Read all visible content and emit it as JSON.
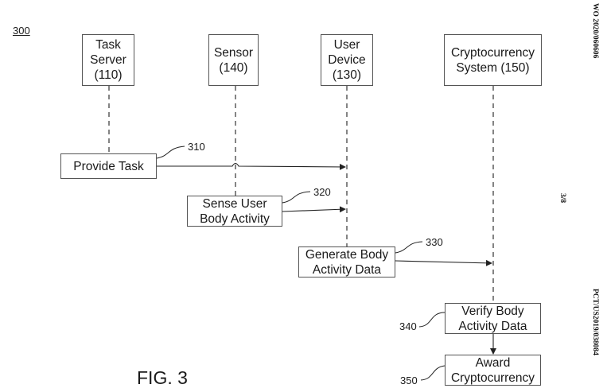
{
  "figure": {
    "reference": "300",
    "label": "FIG. 3"
  },
  "side_text": {
    "publication": "WO 2020/060606",
    "sheet": "3/8",
    "application": "PCT/US2019/038084"
  },
  "participants": [
    {
      "label": "Task\nServer\n(110)"
    },
    {
      "label": "Sensor\n(140)"
    },
    {
      "label": "User\nDevice\n(130)"
    },
    {
      "label": "Cryptocurrency\nSystem (150)"
    }
  ],
  "steps": [
    {
      "label": "Provide Task",
      "ref": "310"
    },
    {
      "label": "Sense User\nBody Activity",
      "ref": "320"
    },
    {
      "label": "Generate Body\nActivity Data",
      "ref": "330"
    },
    {
      "label": "Verify Body\nActivity Data",
      "ref": "340"
    },
    {
      "label": "Award\nCryptocurrency",
      "ref": "350"
    }
  ],
  "colors": {
    "line": "#333333",
    "border": "#555555"
  }
}
